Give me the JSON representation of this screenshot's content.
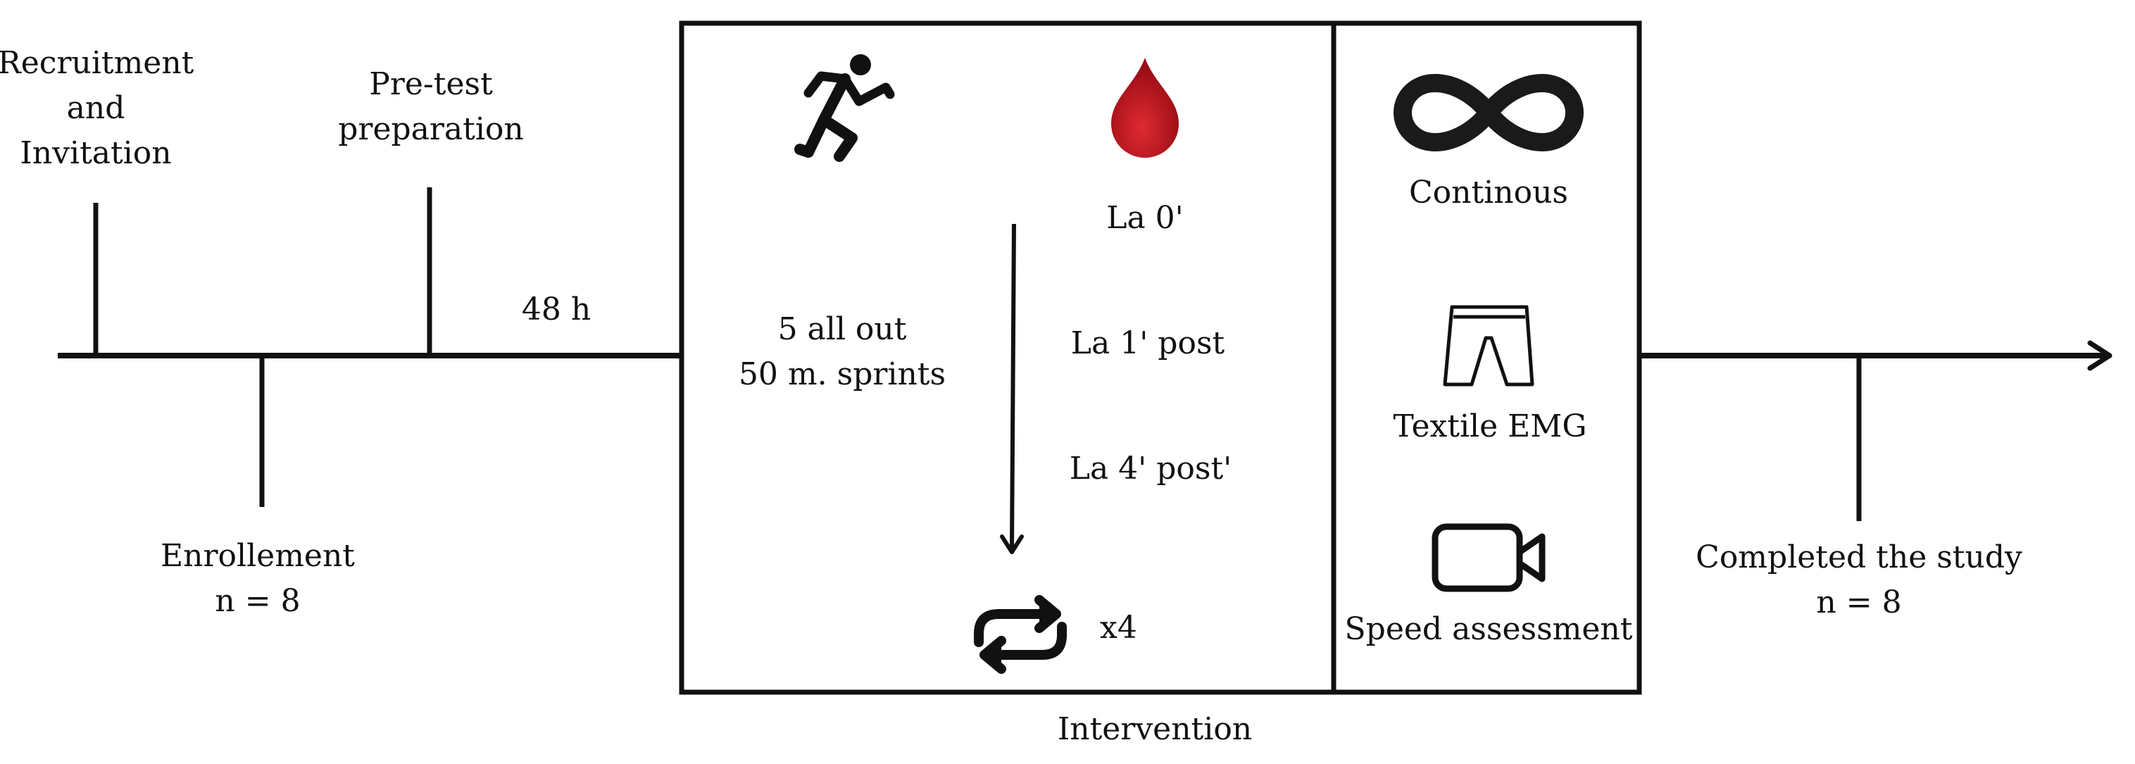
{
  "timeline": {
    "recruitment": {
      "lines": [
        "Recruitment",
        "and",
        "Invitation"
      ]
    },
    "enrollment": {
      "lines": [
        "Enrollement",
        "n = 8"
      ]
    },
    "pretest": {
      "lines": [
        "Pre-test",
        "preparation"
      ]
    },
    "interval": "48 h",
    "completed": {
      "lines": [
        "Completed the study",
        "n = 8"
      ]
    }
  },
  "intervention": {
    "caption": "Intervention",
    "protocol": {
      "lines": [
        "5 all out",
        "50 m. sprints"
      ]
    },
    "lactate": [
      "La 0'",
      "La 1' post",
      "La 4' post'"
    ],
    "repeat_label": "x4",
    "icons": {
      "runner": "running-person-icon",
      "blood": "blood-drop-icon",
      "repeat": "repeat-arrows-icon"
    }
  },
  "measures": {
    "continuous": "Continous",
    "emg": "Textile EMG",
    "speed": "Speed assessment",
    "icons": {
      "continuous": "infinity-icon",
      "emg": "shorts-icon",
      "speed": "video-camera-icon"
    }
  },
  "colors": {
    "line": "#111111",
    "blood": "#c8141e",
    "blood_dark": "#8e0b12"
  }
}
